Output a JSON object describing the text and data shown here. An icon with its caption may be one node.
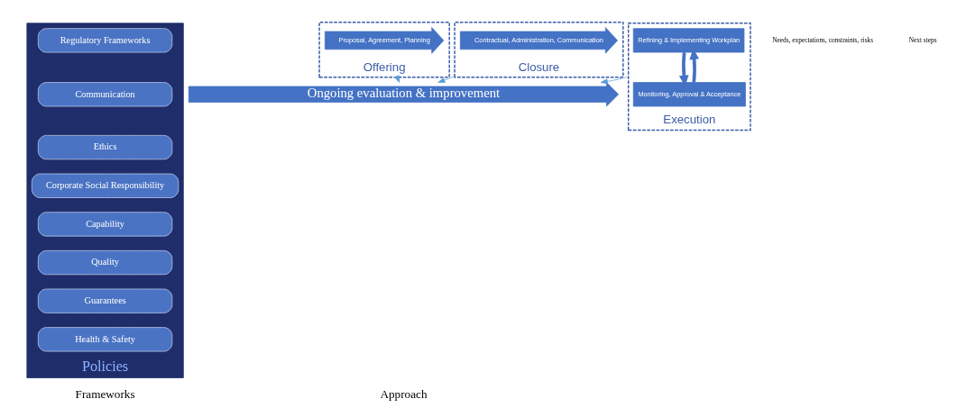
{
  "diagram": {
    "nodes": [
      {
        "text": [
          "Policies"
        ]
      },
      {
        "text": [
          "Regulatory Frameworks"
        ],
        "in": 0
      },
      {
        "text": [
          "Communication"
        ],
        "in": 0
      },
      {
        "text": [
          "Ethics"
        ],
        "in": 0
      },
      {
        "text": [
          "Corporate Social Responsibility"
        ],
        "in": 0
      },
      {
        "text": [
          "Capability"
        ],
        "in": 0
      },
      {
        "text": [
          "Quality"
        ],
        "in": 0
      },
      {
        "text": [
          "Guarantees"
        ],
        "in": 0
      },
      {
        "text": [
          "Health & Safety"
        ],
        "in": 0
      },
      {
        "text": [
          "Offering"
        ]
      },
      {
        "text": [
          "Proposal, Agreement, Planning"
        ],
        "in": 9
      },
      {
        "text": [
          "Execution"
        ]
      },
      {
        "text": [
          "Refining & Implementing Workplan"
        ],
        "in": 11
      },
      {
        "text": [
          "Monitoring, Approval & Acceptance"
        ],
        "in": 11
      },
      {
        "text": [
          "Closure"
        ]
      },
      {
        "text": [
          "Contractual, Administration, Communication"
        ],
        "in": 14
      },
      {
        "text": [
          "Needs, expectations, constraints, risks"
        ]
      },
      {
        "text": [
          "Next steps"
        ]
      },
      {
        "text": [
          "Ongoing evaluation & improvement"
        ]
      }
    ],
    "edges": [
      {
        "from": 12,
        "to": 13,
        "arrow": "to",
        "style": "thick"
      },
      {
        "from": 13,
        "to": 12,
        "arrow": "to",
        "style": "thick"
      },
      {
        "from": 9,
        "to": 18,
        "arrow": "to",
        "color": "#5b9bd5"
      },
      {
        "from": 11,
        "to": 18,
        "arrow": "to",
        "color": "#5b9bd5"
      },
      {
        "from": 14,
        "to": 18,
        "arrow": "to",
        "color": "#5b9bd5"
      }
    ],
    "labels": [
      "Frameworks",
      "Approach"
    ]
  }
}
